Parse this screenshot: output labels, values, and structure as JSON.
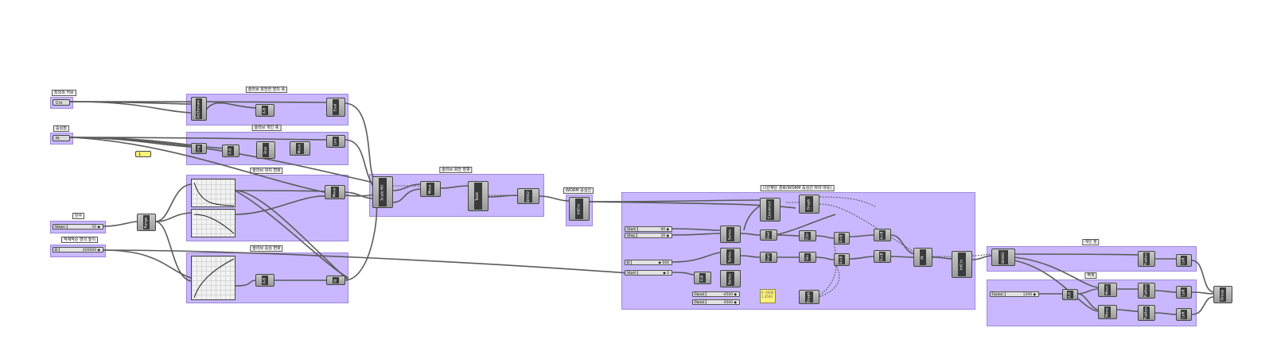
{
  "groups": {
    "g1": "슬라브 회전한 방의 폭",
    "g2": "슬라브 개인 축",
    "g3": "슬라브 위치 변화",
    "g4": "슬라브 중심 변화",
    "g5": "슬라브 회전 방향",
    "g6": "WORM 중심선",
    "g7": "나선계단 경로(WORM 중심선 따라 따뜻)",
    "g8": "개인 장",
    "g9": "벽체"
  },
  "labels": {
    "curve_label": "최외곽 커브",
    "point_label": "중심점",
    "steps_label": "단수",
    "factor_label": "적재작은 면의 높이"
  },
  "params": {
    "crv": "Crv",
    "pt": "Pt",
    "yellow_num": "1"
  },
  "sliders": {
    "steps": {
      "name": "Steps",
      "value": "50 ◆"
    },
    "height": {
      "name": "B",
      "value": "400000 ◆"
    },
    "start1": {
      "name": "Start",
      "value": "90 ◆"
    },
    "step1": {
      "name": "Step",
      "value": "30 ◆"
    },
    "b2": {
      "name": "B",
      "value": "◆ 600"
    },
    "start2": {
      "name": "Start",
      "value": "◆ 0"
    },
    "panel1": {
      "name": "Panel",
      "value": "-4500 ◆"
    },
    "panel2": {
      "name": "Panel",
      "value": "4500 ◆"
    },
    "factor": {
      "name": "Factor",
      "value": "1200 ◆"
    }
  },
  "components": {
    "dedomain": "DeDomain",
    "ab1": "A-B",
    "eval": "Eval",
    "lng": "Lng",
    "ab2": "A-B",
    "bnd": "Bnd",
    "move1": "Move",
    "len": "Len",
    "range": "Range",
    "move2": "Move",
    "ab3": "A-B",
    "rot": "Rt",
    "scale": "Scale NU",
    "move3": "Move",
    "twist": "Twist",
    "bang1": "BANG!",
    "intcrv1": "IntCrv",
    "construct": "Construct",
    "series1": "Series",
    "series2": "Series",
    "series3": "Series",
    "rad1": "Rad",
    "rad2": "Rad",
    "cos": "Cos",
    "sin": "Sin",
    "axb1": "A×B",
    "axb2": "A×B",
    "axb3": "A×B",
    "axb4": "A×B",
    "ab4": "A-B",
    "graph": "Graph",
    "pt": "Pt",
    "intcrv2": "IntCrv",
    "bang2": "BANG!",
    "flatten1": "Flatten",
    "loft1": "Loft",
    "ab5": "A-B",
    "move4": "Move",
    "move5": "Move",
    "flatten2": "Flatten",
    "flatten3": "Flatten",
    "loft2": "Loft",
    "loft3": "Loft",
    "group": "Group"
  },
  "panels": {
    "yellow_panel": "0 -4500\n1 4500"
  },
  "colors": {
    "group_fill": "#b096ff",
    "wire": "#5a5a5a",
    "panel": "#fff27a"
  }
}
